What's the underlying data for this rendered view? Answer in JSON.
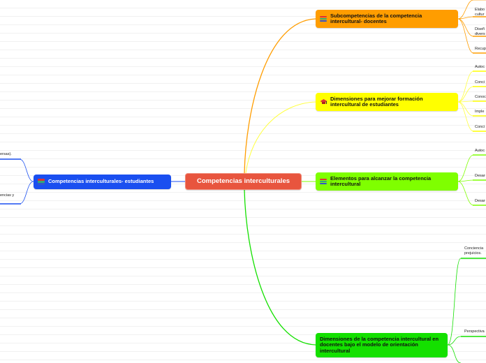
{
  "central": "Competencias interculturales",
  "branches": {
    "subcompetencias": "Subcompetencias de la competencia intercultural- docentes",
    "dimensiones_formacion": "Dimensiones para mejorar formación intercultural de estudiantes",
    "elementos": "Elementos para alcanzar la competencia intercultural",
    "dimensiones_docentes": "Dimensiones de la competencia intercultural en docentes bajo el modelo de orientación intercultural",
    "estudiantes": "Competencias interculturales- estudiantes"
  },
  "leaves": {
    "sub_1a": "Elabo",
    "sub_1b": "cultur",
    "sub_2a": "Diseñ",
    "sub_2b": "divers",
    "sub_3": "Recup",
    "dim_1": "Autoc",
    "dim_2": "Conci",
    "dim_3": "Conoc",
    "dim_4": "Imple",
    "dim_5": "Conci",
    "ele_1": "Autoc",
    "ele_2": "Desar",
    "ele_3": "Desar",
    "doc_1a": "Conciencia",
    "doc_1b": "prejuicios.",
    "doc_2": "Perspectiva",
    "est_1": "ersas).",
    "est_2": "encias y"
  },
  "colors": {
    "root": "#e8553e",
    "orange": "#ff9d00",
    "yellow": "#ffff00",
    "lime": "#7fff00",
    "green": "#14e000",
    "blue": "#1a4ff0"
  },
  "icon_names": [
    "books-icon",
    "graduation-cap-icon"
  ]
}
